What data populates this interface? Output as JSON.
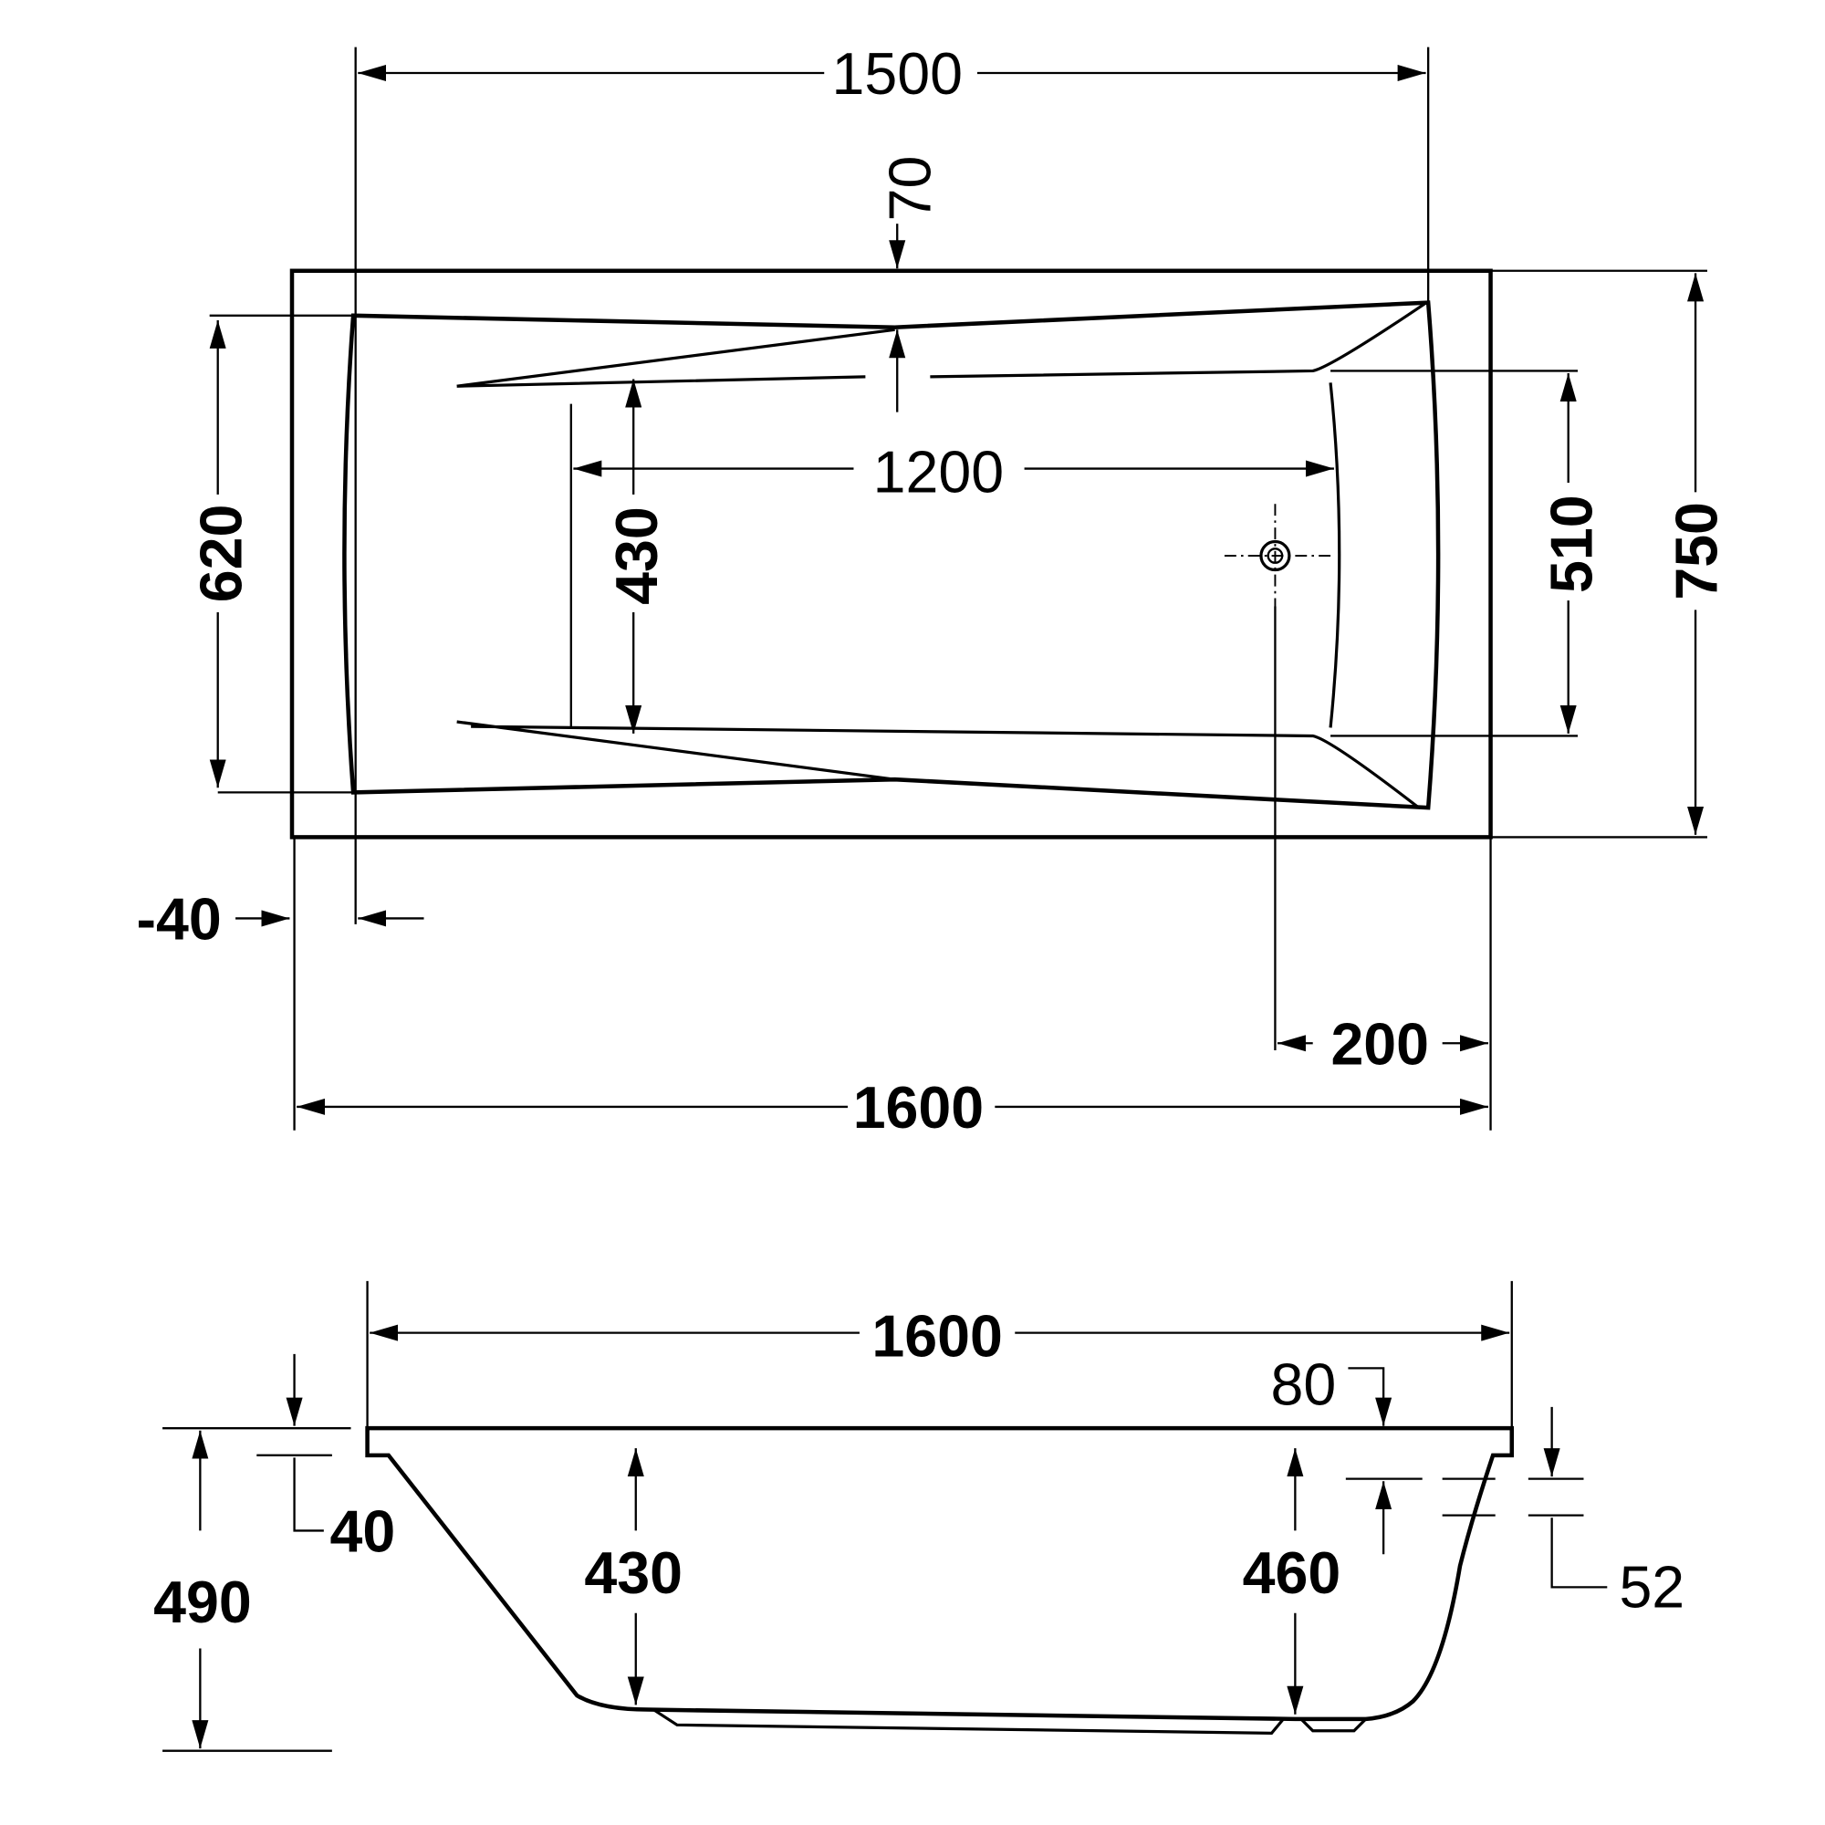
{
  "plan_view": {
    "dim_inner_length": "1500",
    "dim_top_rim": "70",
    "dim_inner_width": "620",
    "dim_bottom_width": "430",
    "dim_bottom_length": "1200",
    "dim_width_at_drain_end": "510",
    "dim_overall_width": "750",
    "dim_side_rim": "-40",
    "dim_drain_offset": "200",
    "dim_overall_length": "1600"
  },
  "side_view": {
    "dim_overall_length": "1600",
    "dim_overflow": "80",
    "dim_rim_thickness": "40",
    "dim_overall_height": "490",
    "dim_depth_left": "430",
    "dim_depth_right": "460",
    "dim_overflow_diameter": "52"
  }
}
